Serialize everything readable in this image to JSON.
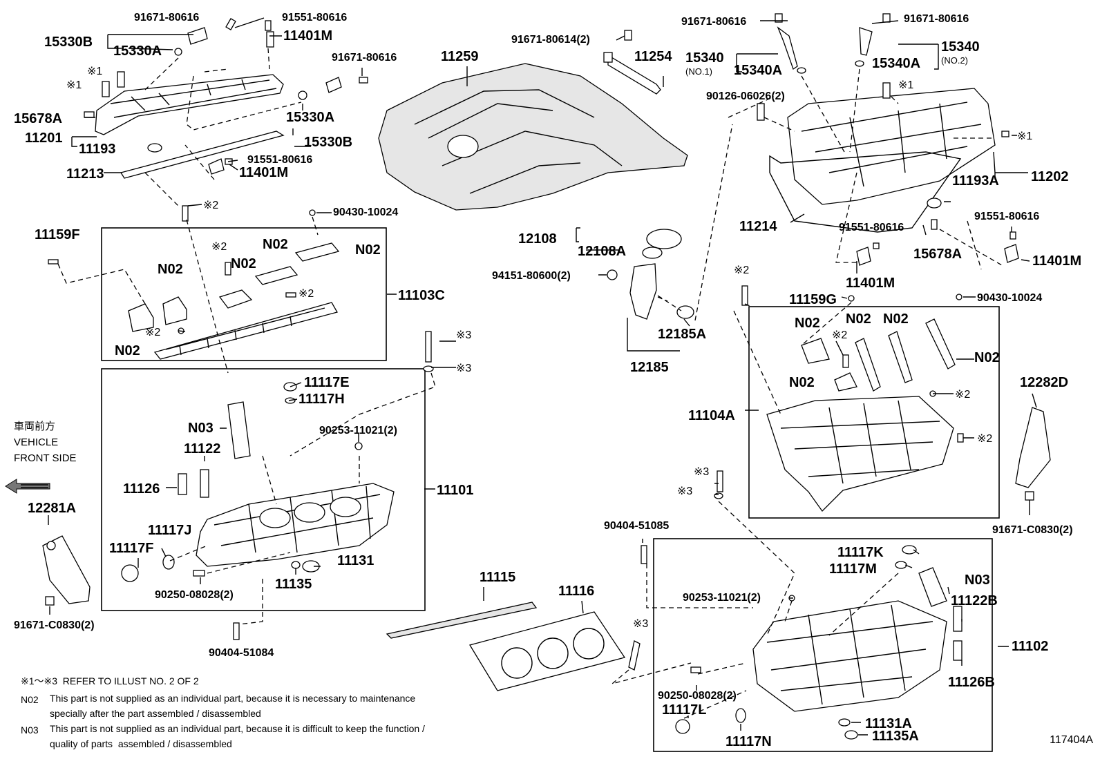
{
  "diagram": {
    "labels": [
      "91671-80616",
      "91551-80616",
      "15330B",
      "11401M",
      "15330A",
      "91671-80616",
      "※1",
      "※1",
      "15678A",
      "15330A",
      "11201",
      "11193",
      "15330B",
      "91551-80616",
      "11213",
      "11401M",
      "11259",
      "91671-80614(2)",
      "11254",
      "12108",
      "12108A",
      "94151-80600(2)",
      "12185A",
      "12185",
      "91671-80616",
      "91671-80616",
      "15340",
      "(NO.1)",
      "15340A",
      "15340",
      "(NO.2)",
      "15340A",
      "90126-06026(2)",
      "※1",
      "※1",
      "11202",
      "11214",
      "11193A",
      "91551-80616",
      "91551-80616",
      "15678A",
      "11401M",
      "11401M",
      "※2",
      "90430-10024",
      "11159F",
      "N02",
      "※2",
      "N02",
      "N02",
      "N02",
      "※2",
      "11103C",
      "※2",
      "N02",
      "※3",
      "※3",
      "11117E",
      "11117H",
      "N03",
      "90253-11021(2)",
      "11122",
      "11101",
      "11126",
      "11117J",
      "11117F",
      "11131",
      "11135",
      "90250-08028(2)",
      "90404-51084",
      "12281A",
      "91671-C0830(2)",
      "11115",
      "11116",
      "※2",
      "11159G",
      "90430-10024",
      "N02",
      "N02",
      "N02",
      "※2",
      "N02",
      "N02",
      "※2",
      "11104A",
      "※2",
      "12282D",
      "91671-C0830(2)",
      "※3",
      "※3",
      "90404-51085",
      "11117K",
      "11117M",
      "N03",
      "90253-11021(2)",
      "11122B",
      "11102",
      "※3",
      "11126B",
      "90250-08028(2)",
      "11117L",
      "11117N",
      "11131A",
      "11135A"
    ]
  },
  "front_side": {
    "jp": "車両前方",
    "line1": "VEHICLE",
    "line2": "FRONT SIDE"
  },
  "notes": {
    "refer": "※1～※3  REFER TO ILLUST NO. 2 OF 2",
    "n02_id": "N02",
    "n02_text": "This part is not supplied as an individual part, because it is necessary to maintenance\nspecially after the part assembled / disassembled",
    "n03_id": "N03",
    "n03_text": "This part is not supplied as an individual part, because it is difficult to keep the function /\nquality of parts  assembled / disassembled"
  },
  "illustration_code": "117404A"
}
